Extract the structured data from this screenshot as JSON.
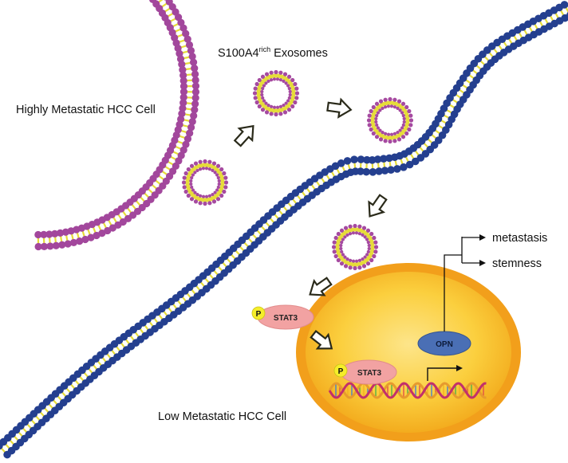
{
  "labels": {
    "high_cell": "Highly Metastatic HCC Cell",
    "low_cell": "Low Metastatic HCC Cell",
    "exosomes_main": "S100A4",
    "exosomes_sup": "rich",
    "exosomes_tail": " Exosomes",
    "metastasis": "metastasis",
    "stemness": "stemness",
    "opn": "OPN",
    "stat3_cyto": "STAT3",
    "stat3_nuc": "STAT3",
    "p_cyto": "P",
    "p_nuc": "P"
  },
  "colors": {
    "high_membrane_heads": "#a2479c",
    "low_membrane_heads": "#243f8f",
    "lipid_tails": "#e6dc3a",
    "exosome_heads": "#a64aa0",
    "nucleus_outer": "#f0a31e",
    "nucleus_inner": "#fbd24a",
    "opn_fill": "#4a6fb5",
    "stat3_fill": "#f2a2a2",
    "phospho_fill": "#f5ee2a",
    "dna_strand_a": "#c2306b",
    "dna_strand_b": "#e69a2e"
  }
}
